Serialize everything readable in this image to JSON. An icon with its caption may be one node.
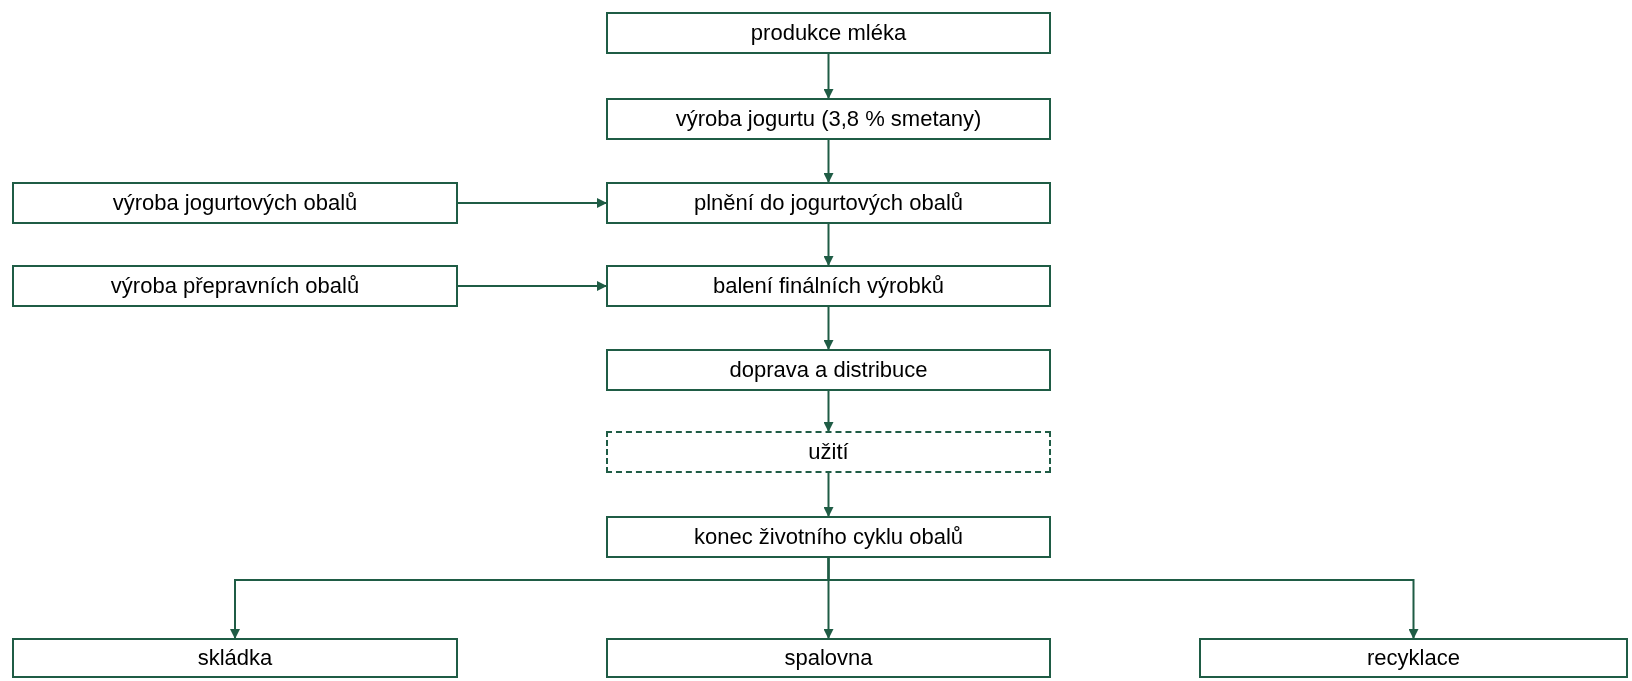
{
  "diagram": {
    "nodes": [
      {
        "text": [
          "produkce mléka"
        ]
      },
      {
        "text": [
          "výroba jogurtu (3,8 % smetany)"
        ]
      },
      {
        "text": [
          "plnění do jogurtových obalů"
        ]
      },
      {
        "text": [
          "výroba jogurtových obalů"
        ]
      },
      {
        "text": [
          "balení finálních výrobků"
        ]
      },
      {
        "text": [
          "výroba přepravních obalů"
        ]
      },
      {
        "text": [
          "doprava a distribuce"
        ]
      },
      {
        "text": [
          "užití"
        ]
      },
      {
        "text": [
          "konec životního cyklu obalů"
        ]
      },
      {
        "text": [
          "skládka"
        ]
      },
      {
        "text": [
          "spalovna"
        ]
      },
      {
        "text": [
          "recyklace"
        ]
      }
    ],
    "edges": [
      {
        "from": 0,
        "to": 1,
        "arrow": "to"
      },
      {
        "from": 1,
        "to": 2,
        "arrow": "to"
      },
      {
        "from": 3,
        "to": 2,
        "arrow": "to"
      },
      {
        "from": 2,
        "to": 4,
        "arrow": "to"
      },
      {
        "from": 5,
        "to": 4,
        "arrow": "to"
      },
      {
        "from": 4,
        "to": 6,
        "arrow": "to"
      },
      {
        "from": 6,
        "to": 7,
        "arrow": "to"
      },
      {
        "from": 7,
        "to": 8,
        "arrow": "to"
      },
      {
        "from": 8,
        "to": 9,
        "arrow": "to"
      },
      {
        "from": 8,
        "to": 10,
        "arrow": "to"
      },
      {
        "from": 8,
        "to": 11,
        "arrow": "to"
      }
    ]
  }
}
